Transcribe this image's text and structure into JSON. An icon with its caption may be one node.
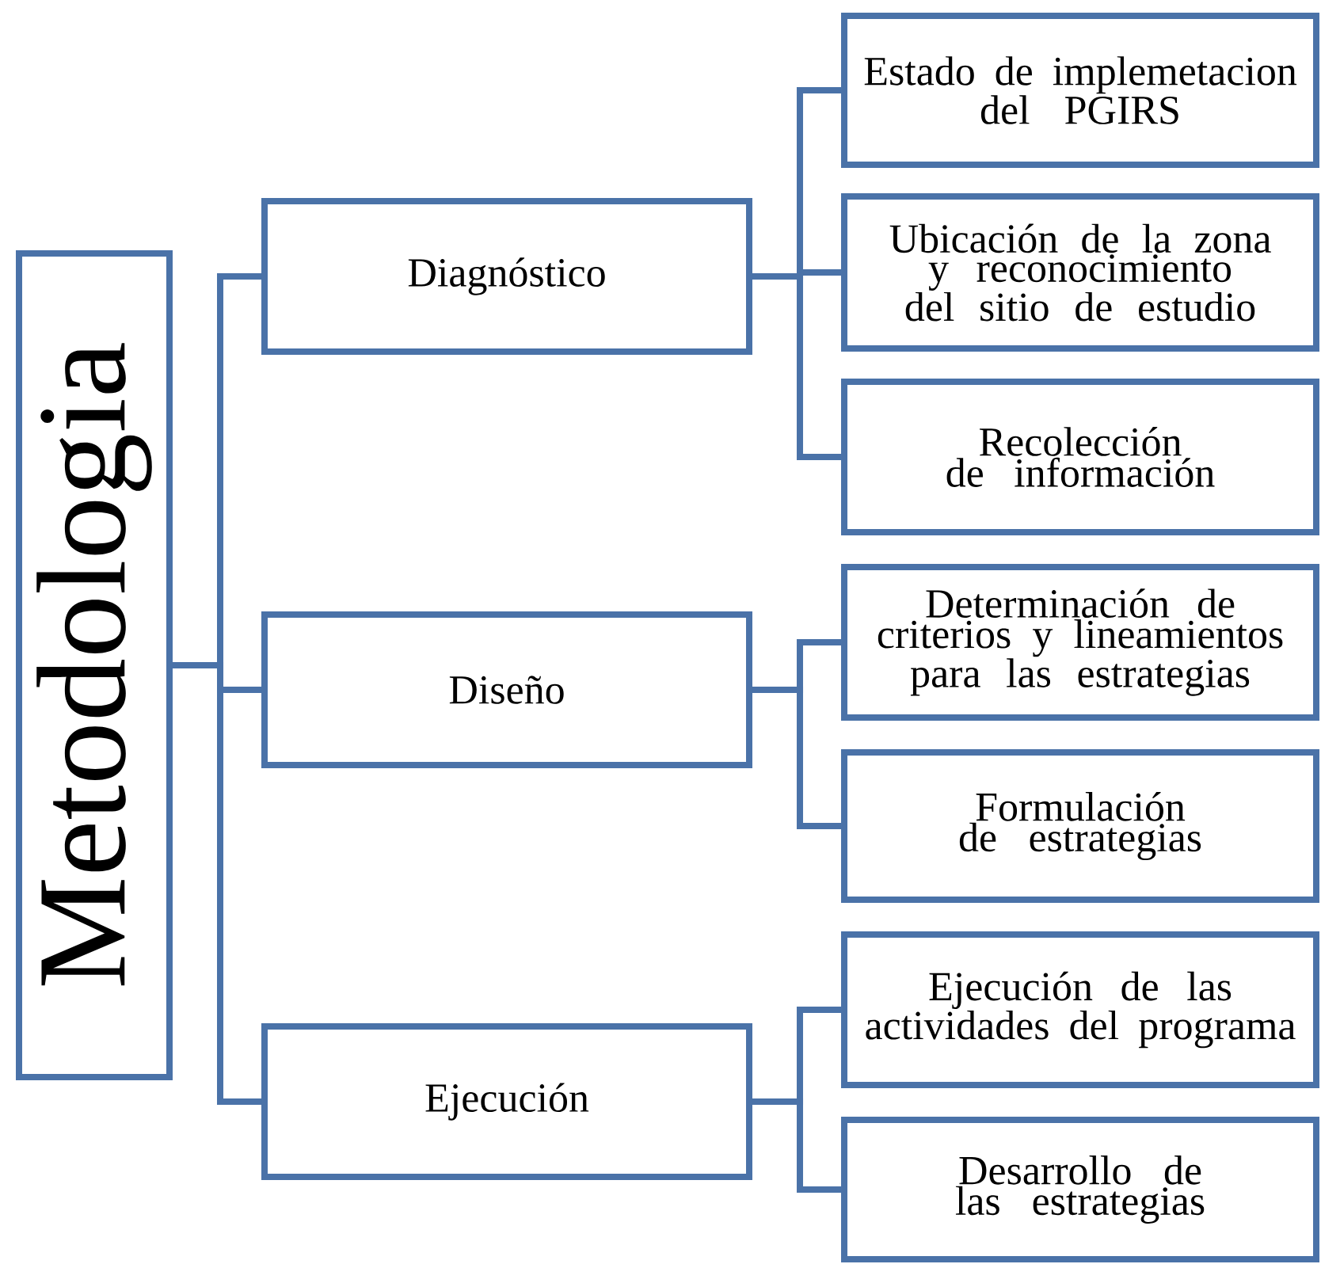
{
  "diagram": {
    "nodes": [
      {
        "text": [
          "Metodologia"
        ]
      },
      {
        "text": [
          "Diagnóstico"
        ]
      },
      {
        "text": [
          "Estado de implemetacion del PGIRS"
        ]
      },
      {
        "text": [
          "Ubicación de la zona y reconocimiento del sitio de estudio"
        ]
      },
      {
        "text": [
          "Recolección de información"
        ]
      },
      {
        "text": [
          "Diseño"
        ]
      },
      {
        "text": [
          "Determinación de criterios y lineamientos para las estrategias"
        ]
      },
      {
        "text": [
          "Formulación de estrategias"
        ]
      },
      {
        "text": [
          "Ejecución"
        ]
      },
      {
        "text": [
          "Ejecución de las actividades del programa"
        ]
      },
      {
        "text": [
          "Desarrollo de las estrategias"
        ]
      }
    ],
    "edges": [
      {
        "from": 0,
        "to": 1,
        "arrow": "none"
      },
      {
        "from": 0,
        "to": 5,
        "arrow": "none"
      },
      {
        "from": 0,
        "to": 8,
        "arrow": "none"
      },
      {
        "from": 1,
        "to": 2,
        "arrow": "none"
      },
      {
        "from": 1,
        "to": 3,
        "arrow": "none"
      },
      {
        "from": 1,
        "to": 4,
        "arrow": "none"
      },
      {
        "from": 5,
        "to": 6,
        "arrow": "none"
      },
      {
        "from": 5,
        "to": 7,
        "arrow": "none"
      },
      {
        "from": 8,
        "to": 9,
        "arrow": "none"
      },
      {
        "from": 8,
        "to": 10,
        "arrow": "none"
      }
    ]
  }
}
